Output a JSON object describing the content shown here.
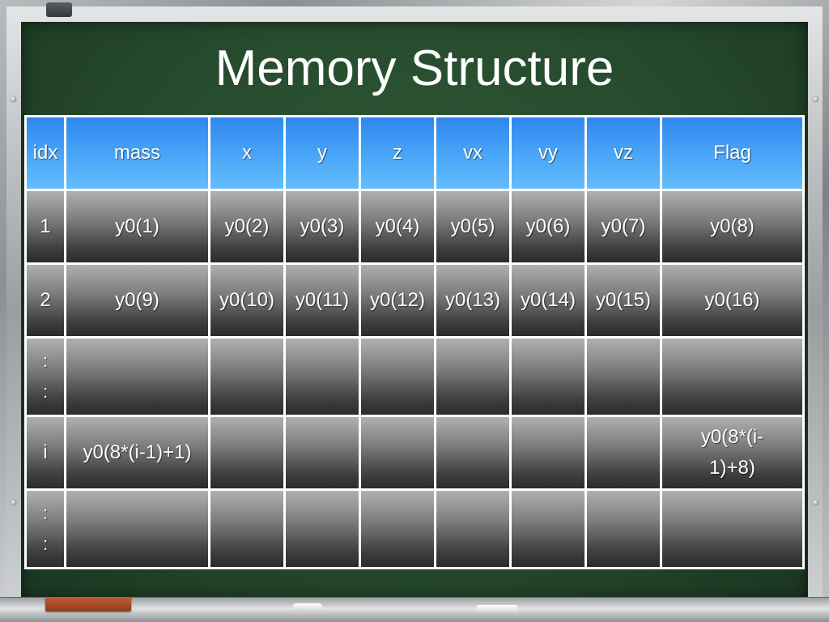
{
  "slide": {
    "title": "Memory Structure"
  },
  "table": {
    "headers": [
      "idx",
      "mass",
      "x",
      "y",
      "z",
      "vx",
      "vy",
      "vz",
      "Flag"
    ],
    "rows": [
      [
        "1",
        "y0(1)",
        "y0(2)",
        "y0(3)",
        "y0(4)",
        "y0(5)",
        "y0(6)",
        "y0(7)",
        "y0(8)"
      ],
      [
        "2",
        "y0(9)",
        "y0(10)",
        "y0(11)",
        "y0(12)",
        "y0(13)",
        "y0(14)",
        "y0(15)",
        "y0(16)"
      ],
      [
        ":",
        "",
        "",
        "",
        "",
        "",
        "",
        "",
        ""
      ],
      [
        "i",
        "y0(8*(i-1)+1)",
        "",
        "",
        "",
        "",
        "",
        "",
        "y0(8*(i-1)+8)"
      ],
      [
        ":",
        "",
        "",
        "",
        "",
        "",
        "",
        "",
        ""
      ]
    ]
  },
  "colors": {
    "board": "#264a2d",
    "header": "#4aa7f8",
    "cell": "#6e7072",
    "text": "#ffffff"
  }
}
